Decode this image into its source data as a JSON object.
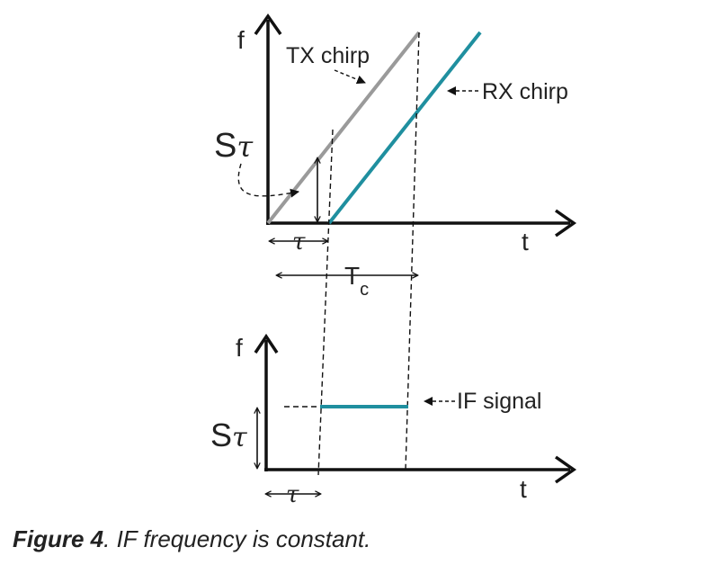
{
  "colors": {
    "tx": "#9a9a9a",
    "rx": "#1f8f9f",
    "ink": "#111111"
  },
  "top_plot": {
    "y_label": "f",
    "x_label": "t",
    "tx_label": "TX chirp",
    "rx_label": "RX chirp",
    "slope_label_s": "S",
    "slope_label_tau": "τ",
    "delay_label": "τ",
    "period_label_main": "T",
    "period_label_sub": "c"
  },
  "bottom_plot": {
    "y_label": "f",
    "x_label": "t",
    "amplitude_label_s": "S",
    "amplitude_label_tau": "τ",
    "if_label": "IF signal",
    "delay_label": "τ"
  },
  "caption": {
    "figure_label": "Figure 4",
    "text": ". IF frequency is constant."
  }
}
